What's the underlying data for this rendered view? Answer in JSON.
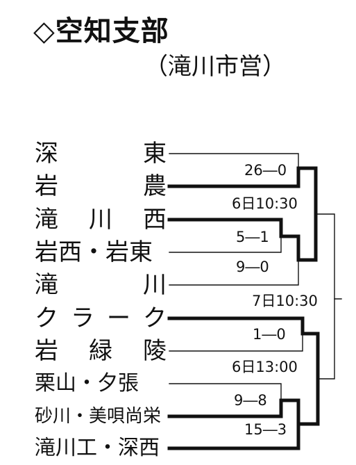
{
  "header": {
    "title": "◇空知支部",
    "venue": "（滝川市営）"
  },
  "teams": [
    {
      "name": "深東",
      "chars": [
        "深",
        "東"
      ],
      "winner": false
    },
    {
      "name": "岩農",
      "chars": [
        "岩",
        "農"
      ],
      "winner": true
    },
    {
      "name": "滝川西",
      "chars": [
        "滝",
        "川",
        "西"
      ],
      "winner": true
    },
    {
      "name": "岩西・岩東",
      "chars": [],
      "winner": false
    },
    {
      "name": "滝川",
      "chars": [
        "滝",
        "川"
      ],
      "winner": false
    },
    {
      "name": "クラーク",
      "chars": [
        "ク",
        "ラ",
        "ー",
        "ク"
      ],
      "winner": true
    },
    {
      "name": "岩緑陵",
      "chars": [
        "岩",
        "緑",
        "陵"
      ],
      "winner": false
    },
    {
      "name": "栗山・夕張",
      "chars": [],
      "winner": false
    },
    {
      "name": "砂川・美唄尚栄",
      "chars": [],
      "winner": true
    },
    {
      "name": "滝川工・深西",
      "chars": [],
      "winner": true
    }
  ],
  "results": {
    "m1": "26―0",
    "m2": "5―1",
    "m3": "9―0",
    "m4": "1―0",
    "m5": "9―8",
    "m6": "15―3"
  },
  "schedule": {
    "s1": "6日10:30",
    "s2": "7日10:30",
    "s3": "6日13:00"
  }
}
